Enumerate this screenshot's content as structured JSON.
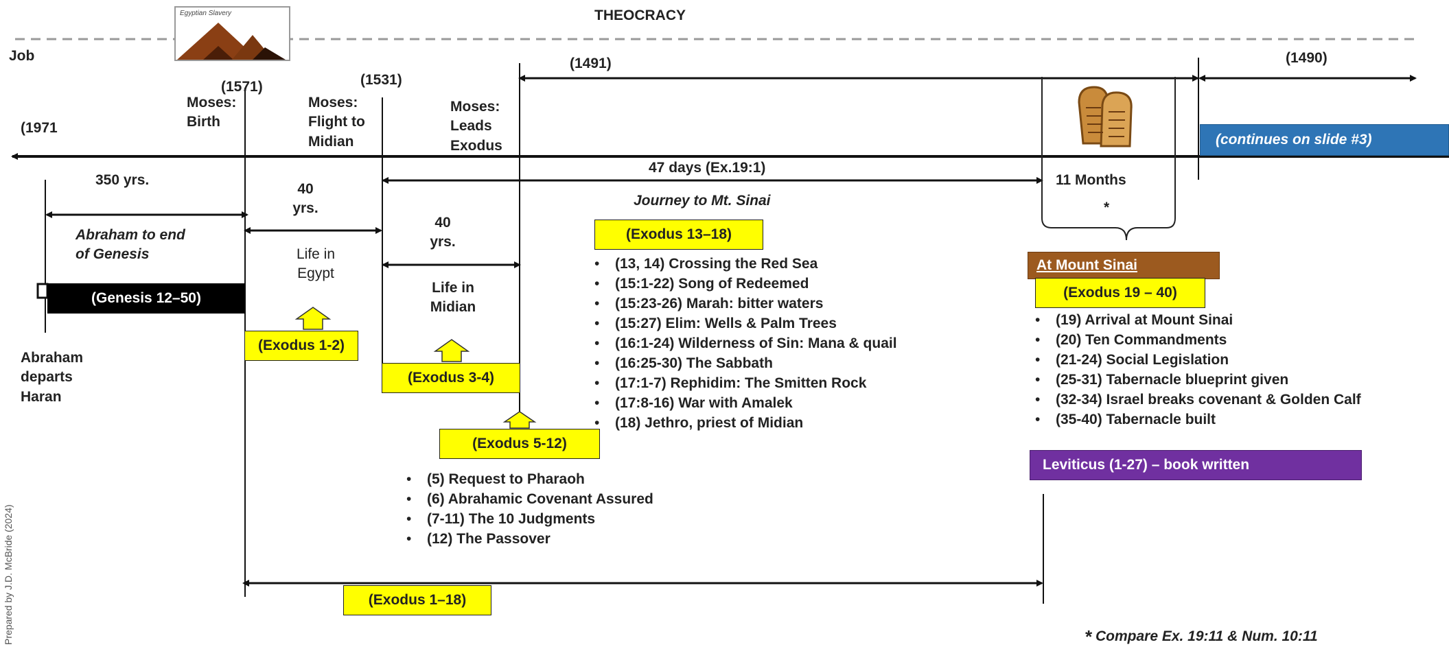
{
  "header": {
    "title": "THEOCRACY",
    "job_label": "Job",
    "egypt_image_caption": "Egyptian Slavery"
  },
  "dates": {
    "d1971": "(1971",
    "d1571": "(1571)",
    "d1531": "(1531)",
    "d1491": "(1491)",
    "d1490": "(1490)"
  },
  "events": {
    "moses_birth": [
      "Moses:",
      "Birth"
    ],
    "moses_flight": [
      "Moses:",
      "Flight to",
      "Midian"
    ],
    "moses_leads": [
      "Moses:",
      "Leads",
      "Exodus"
    ],
    "abraham": [
      "Abraham",
      "departs",
      "Haran"
    ]
  },
  "spans": {
    "yrs350": "350 yrs.",
    "yrs40a": [
      "40",
      "yrs."
    ],
    "yrs40b": [
      "40",
      "yrs."
    ],
    "days47": "47 days (Ex.19:1)",
    "months11": "11 Months",
    "star": "*",
    "abraham_span": [
      "Abraham to end",
      "of Genesis"
    ],
    "life_egypt": [
      "Life in",
      "Egypt"
    ],
    "life_midian": [
      "Life in",
      "Midian"
    ],
    "journey": "Journey to Mt. Sinai"
  },
  "boxes": {
    "genesis": "(Genesis 12–50)",
    "ex12": "(Exodus 1-2)",
    "ex34": "(Exodus 3-4)",
    "ex512": "(Exodus 5-12)",
    "ex1318": "(Exodus 13–18)",
    "ex118": "(Exodus 1–18)",
    "mount_sinai": "At Mount Sinai",
    "ex1940": "(Exodus 19 – 40)",
    "leviticus": "Leviticus (1-27) – book written",
    "continues": "(continues on slide #3)"
  },
  "lists": {
    "exodus_13_18": [
      "(13, 14) Crossing the Red Sea",
      "(15:1-22) Song of Redeemed",
      "(15:23-26) Marah: bitter waters",
      "(15:27) Elim: Wells & Palm Trees",
      "(16:1-24) Wilderness of Sin: Mana & quail",
      "(16:25-30) The Sabbath",
      "(17:1-7) Rephidim: The Smitten Rock",
      "(17:8-16) War with Amalek",
      "(18) Jethro, priest of Midian"
    ],
    "exodus_5_12": [
      "(5) Request to Pharaoh",
      "(6) Abrahamic Covenant Assured",
      "(7-11) The 10 Judgments",
      "(12) The Passover"
    ],
    "exodus_19_40": [
      "(19) Arrival at Mount Sinai",
      "(20) Ten Commandments",
      "(21-24) Social Legislation",
      "(25-31) Tabernacle blueprint given",
      "(32-34) Israel breaks covenant & Golden Calf",
      "(35-40) Tabernacle built"
    ]
  },
  "footer": {
    "credit": "Prepared by J.D. McBride (2024)",
    "compare": "Compare Ex. 19:11 & Num. 10:11"
  },
  "colors": {
    "highlight": "#ffff00",
    "sinai": "#9c5a1f",
    "leviticus": "#7030a0",
    "continues": "#2e75b6",
    "genesis": "#000000"
  },
  "icons": [
    "pyramids-image",
    "tablets-icon"
  ]
}
